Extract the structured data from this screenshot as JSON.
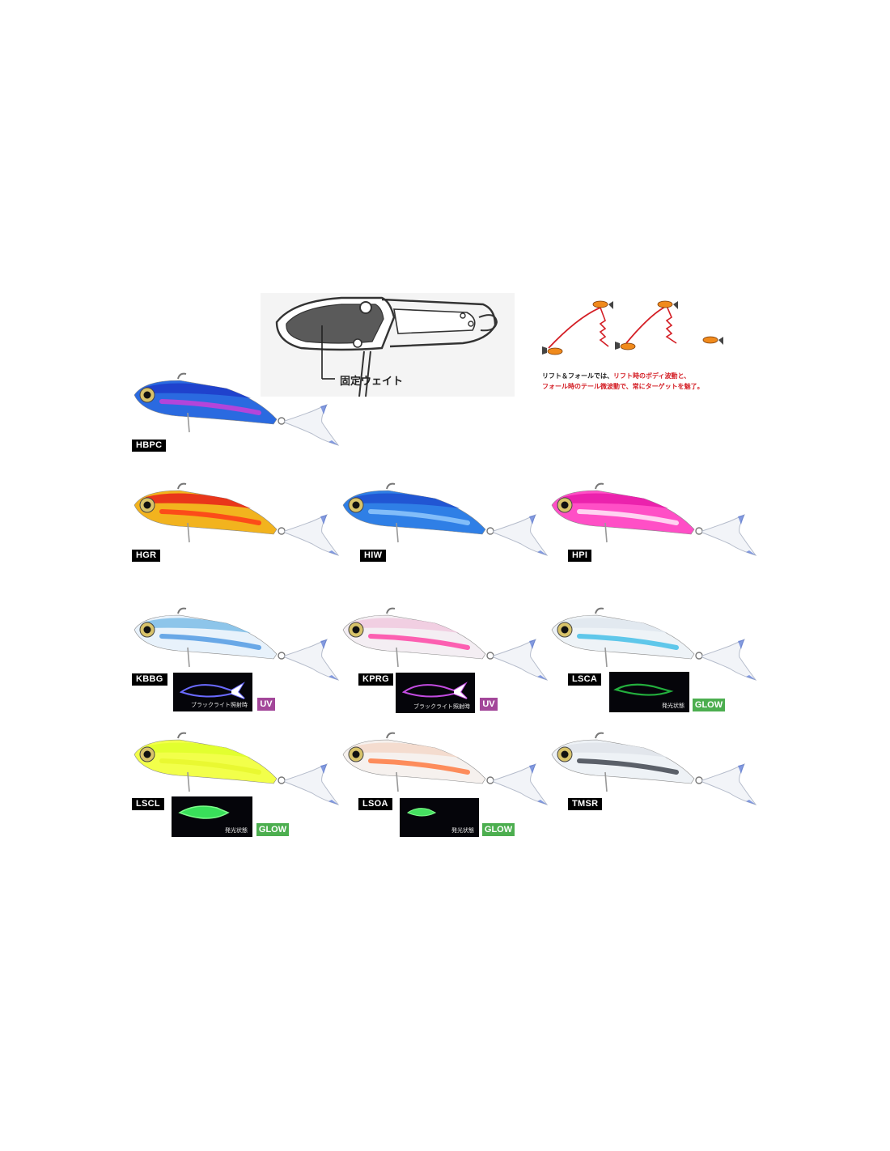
{
  "diagram": {
    "weight_label": "固定ウェイト"
  },
  "action_panel": {
    "caption_line1_black": "リフト＆フォールでは、",
    "caption_line1_red": "リフト時のボディ波動と、",
    "caption_line2": "フォール時のテール微波動で、常にターゲットを魅了。"
  },
  "colors": [
    {
      "code": "HBPC",
      "body": "#2a6ae0",
      "accent": "#e23ad8",
      "back": "#1d3bc9"
    },
    {
      "code": "HGR",
      "body": "#f2b31e",
      "accent": "#ff2a18",
      "back": "#e8201a"
    },
    {
      "code": "HIW",
      "body": "#2f7fe6",
      "accent": "#9fd2ff",
      "back": "#1f4fcf"
    },
    {
      "code": "HPI",
      "body": "#ff4fc6",
      "accent": "#ffffff",
      "back": "#e81aa8"
    },
    {
      "code": "KBBG",
      "body": "#e8f2fb",
      "accent": "#3f8fe0",
      "back": "#7dbde6"
    },
    {
      "code": "KPRG",
      "body": "#f4eef3",
      "accent": "#ff2f9b",
      "back": "#f0c9de"
    },
    {
      "code": "LSCA",
      "body": "#eef3f7",
      "accent": "#2fb8e6",
      "back": "#dfe6ee"
    },
    {
      "code": "LSCL",
      "body": "#f2ff4a",
      "accent": "#e6f52a",
      "back": "#dfff2a"
    },
    {
      "code": "LSOA",
      "body": "#f6f1ee",
      "accent": "#ff6a2a",
      "back": "#f3d8c9"
    },
    {
      "code": "TMSR",
      "body": "#eef2f6",
      "accent": "#2a2f3a",
      "back": "#dfe4ea"
    }
  ],
  "insets": [
    {
      "for": "KBBG",
      "caption": "ブラックライト照射時",
      "tag": "UV"
    },
    {
      "for": "KPRG",
      "caption": "ブラックライト照射時",
      "tag": "UV"
    },
    {
      "for": "LSCA",
      "caption": "発光状態",
      "tag": "GLOW"
    },
    {
      "for": "LSCL",
      "caption": "発光状態",
      "tag": "GLOW"
    },
    {
      "for": "LSOA",
      "caption": "発光状態",
      "tag": "GLOW"
    }
  ]
}
